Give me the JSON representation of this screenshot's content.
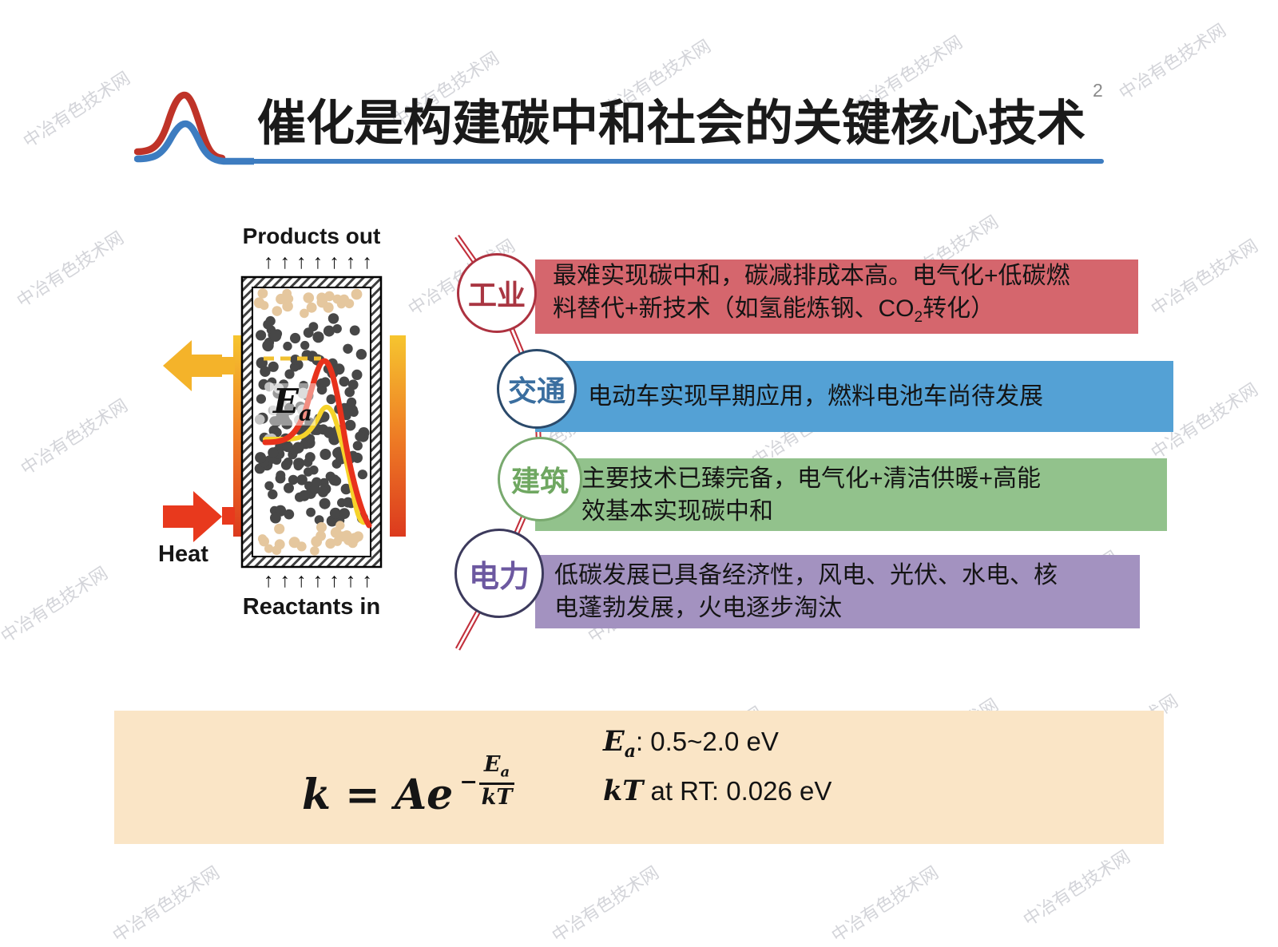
{
  "page": {
    "title": "催化是构建碳中和社会的关键核心技术",
    "page_number": "2"
  },
  "watermark": {
    "text": "中冶有色技术网"
  },
  "reactor": {
    "products_out_label": "Products out",
    "reactants_in_label": "Reactants in",
    "heat_label": "Heat",
    "arrow_glyph": "↑",
    "arrow_count": 7,
    "ea_sym": "E",
    "ea_sub": "a"
  },
  "sectors": [
    {
      "id": "industry",
      "label": "工业",
      "banner_color": "#d5666d",
      "ring_color": "#ad3240",
      "label_color": "#a93642",
      "lines": [
        [
          {
            "t": "最难实现碳中和，碳减排成本高。电气化+低碳燃"
          }
        ],
        [
          {
            "t": "料替代+新技术（如氢能炼钢、CO"
          },
          {
            "sub": "2"
          },
          {
            "t": "转化）"
          }
        ]
      ]
    },
    {
      "id": "transport",
      "label": "交通",
      "banner_color": "#54a1d5",
      "ring_color": "#2b4a6b",
      "label_color": "#3a6e9f",
      "lines": [
        [
          {
            "t": "电动车实现早期应用，燃料电池车尚待发展"
          }
        ]
      ]
    },
    {
      "id": "building",
      "label": "建筑",
      "banner_color": "#92c28c",
      "ring_color": "#78a96e",
      "label_color": "#6fa761",
      "lines": [
        [
          {
            "t": "主要技术已臻完备，电气化+清洁供暖+高能"
          }
        ],
        [
          {
            "t": "效基本实现碳中和"
          }
        ]
      ]
    },
    {
      "id": "power",
      "label": "电力",
      "banner_color": "#a392c0",
      "ring_color": "#3c3a5c",
      "label_color": "#6c58a0",
      "lines": [
        [
          {
            "t": "低碳发展已具备经济性，风电、光伏、水电、核"
          }
        ],
        [
          {
            "t": "电蓬勃发展，火电逐步淘汰"
          }
        ]
      ]
    }
  ],
  "formula": {
    "lhs": "k",
    "eq": "=",
    "base": "Ae",
    "minus": "−",
    "num_sym": "E",
    "num_sub": "a",
    "den": "kT",
    "ea_sym": "E",
    "ea_sub": "a",
    "ea_value": ": 0.5~2.0 eV",
    "kt_sym": "kT",
    "kt_value": " at RT: 0.026 eV"
  },
  "colors": {
    "title_underline_blue": "#3d7cc0",
    "logo_red": "#bf3328",
    "logo_blue": "#3d7cc0",
    "connector_red": "#c2303c",
    "formula_box_bg": "#fae5c6",
    "heater_top": "#f6c52f",
    "heater_mid": "#ee7d25",
    "heater_bottom": "#dc3a1e",
    "heat_arrow_red": "#e8391d",
    "heat_arrow_yellow": "#f4b32a",
    "curve_red": "#e8321c",
    "curve_yellow": "#f6d32a",
    "catalyst_dot_dark": "#474747",
    "catalyst_dot_tan": "#e5c79e"
  }
}
